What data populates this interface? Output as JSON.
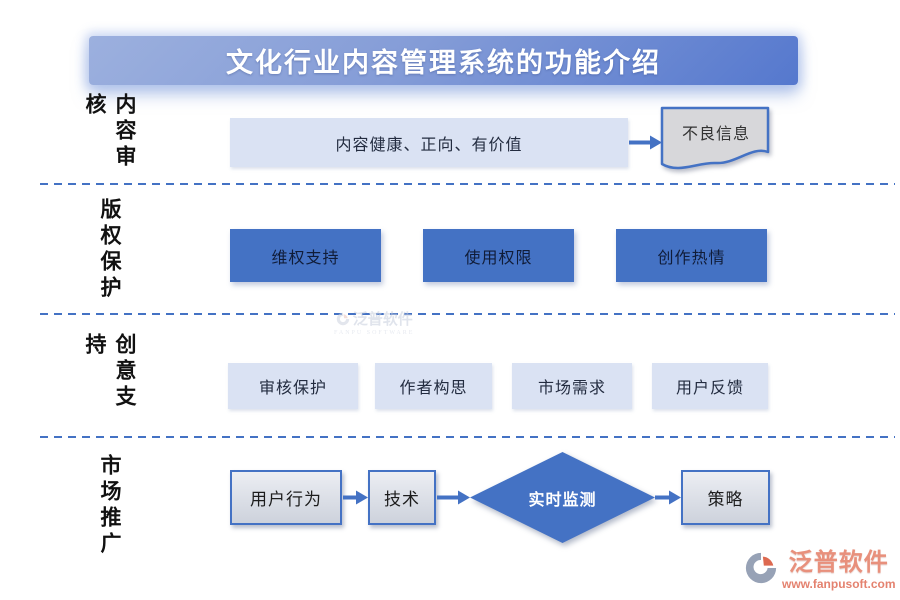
{
  "title": "文化行业内容管理系统的功能介绍",
  "sections": [
    {
      "label": "内容审核",
      "main_box": "内容健康、正向、有价值",
      "doc_box": "不良信息"
    },
    {
      "label": "版权保护",
      "boxes": [
        "维权支持",
        "使用权限",
        "创作热情"
      ]
    },
    {
      "label": "创意支持",
      "boxes": [
        "审核保护",
        "作者构思",
        "市场需求",
        "用户反馈"
      ]
    },
    {
      "label": "市场推广",
      "flow": [
        "用户行为",
        "技术",
        "实时监测",
        "策略"
      ]
    }
  ],
  "watermark": {
    "brand": "泛普软件",
    "sub": "FANPU SOFTWARE"
  },
  "footer": {
    "brand": "泛普软件",
    "url": "www.fanpusoft.com"
  },
  "colors": {
    "accent_blue": "#4472C4",
    "light_box_blue": "#DAE2F3",
    "banner_gradient_from": "#9CB0DE",
    "banner_gradient_to": "#5578CE",
    "document_gray": "#D7D7DA",
    "flow_box_gray": "#D8DCE5",
    "logo_coral": "#E4826F",
    "logo_gray": "#97A2B6",
    "divider_blue": "#4472C4"
  }
}
